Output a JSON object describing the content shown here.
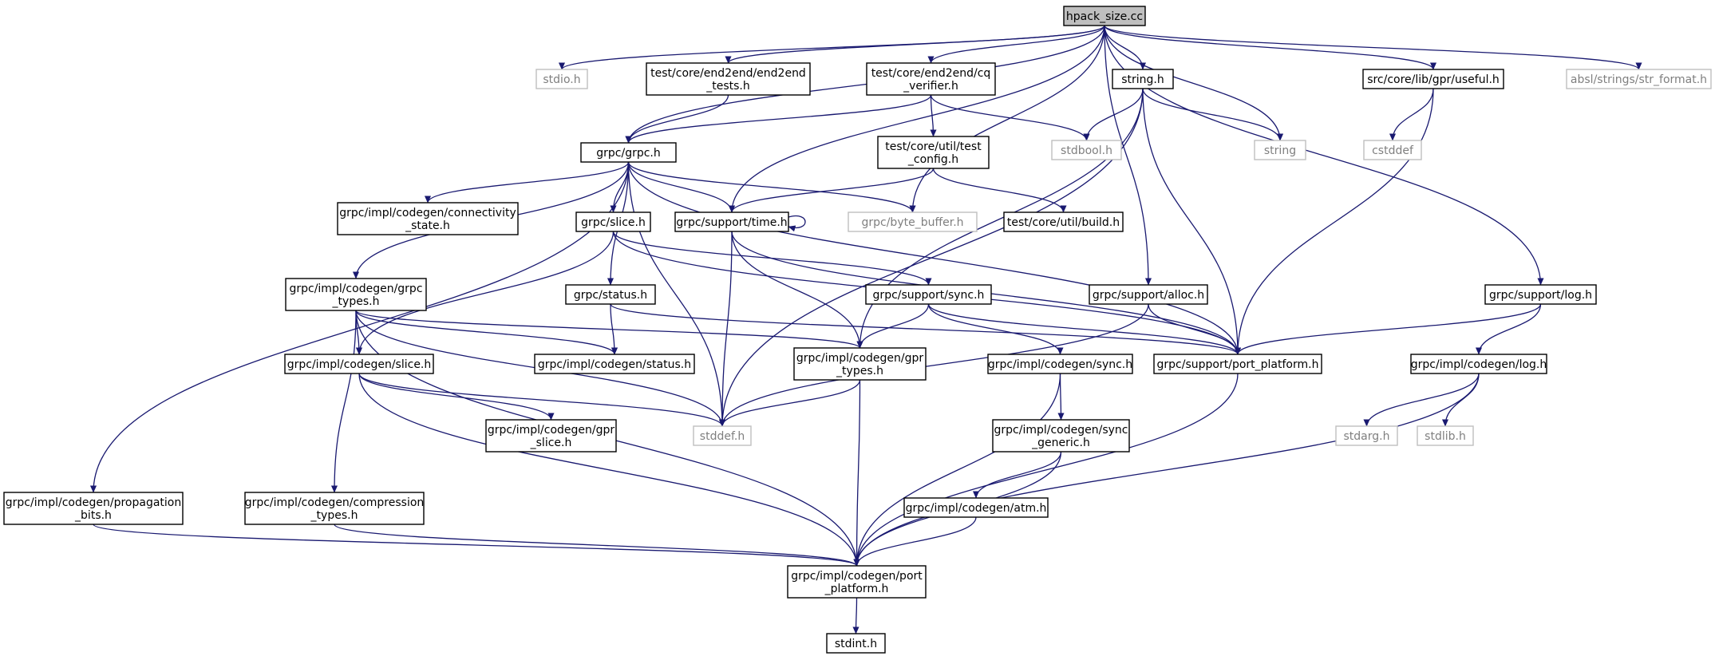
{
  "diagram": {
    "title": "",
    "colors": {
      "edge": "#191970",
      "node_border": "#000000",
      "external_border": "#bfbfbf",
      "root_fill": "#bfbfbf",
      "text": "#000000",
      "external_text": "#7f7f7f"
    },
    "nodes": [
      {
        "id": "hpack",
        "lines": [
          "hpack_size.cc"
        ],
        "kind": "root"
      },
      {
        "id": "stdio",
        "lines": [
          "stdio.h"
        ],
        "kind": "external"
      },
      {
        "id": "e2etests",
        "lines": [
          "test/core/end2end/end2end",
          "_tests.h"
        ],
        "kind": "normal"
      },
      {
        "id": "cqverifier",
        "lines": [
          "test/core/end2end/cq",
          "_verifier.h"
        ],
        "kind": "normal"
      },
      {
        "id": "stringh",
        "lines": [
          "string.h"
        ],
        "kind": "normal"
      },
      {
        "id": "useful",
        "lines": [
          "src/core/lib/gpr/useful.h"
        ],
        "kind": "normal"
      },
      {
        "id": "strformat",
        "lines": [
          "absl/strings/str_format.h"
        ],
        "kind": "external"
      },
      {
        "id": "grpch",
        "lines": [
          "grpc/grpc.h"
        ],
        "kind": "normal"
      },
      {
        "id": "testconfig",
        "lines": [
          "test/core/util/test",
          "_config.h"
        ],
        "kind": "normal"
      },
      {
        "id": "stdbool",
        "lines": [
          "stdbool.h"
        ],
        "kind": "external"
      },
      {
        "id": "string",
        "lines": [
          "string"
        ],
        "kind": "external"
      },
      {
        "id": "cstddef",
        "lines": [
          "cstddef"
        ],
        "kind": "external"
      },
      {
        "id": "connectivity",
        "lines": [
          "grpc/impl/codegen/connectivity",
          "_state.h"
        ],
        "kind": "normal"
      },
      {
        "id": "slice",
        "lines": [
          "grpc/slice.h"
        ],
        "kind": "normal"
      },
      {
        "id": "time",
        "lines": [
          "grpc/support/time.h"
        ],
        "kind": "normal"
      },
      {
        "id": "bytebuffer",
        "lines": [
          "grpc/byte_buffer.h"
        ],
        "kind": "external"
      },
      {
        "id": "build",
        "lines": [
          "test/core/util/build.h"
        ],
        "kind": "normal"
      },
      {
        "id": "grpctypes",
        "lines": [
          "grpc/impl/codegen/grpc",
          "_types.h"
        ],
        "kind": "normal"
      },
      {
        "id": "status",
        "lines": [
          "grpc/status.h"
        ],
        "kind": "normal"
      },
      {
        "id": "sync",
        "lines": [
          "grpc/support/sync.h"
        ],
        "kind": "normal"
      },
      {
        "id": "alloc",
        "lines": [
          "grpc/support/alloc.h"
        ],
        "kind": "normal"
      },
      {
        "id": "log",
        "lines": [
          "grpc/support/log.h"
        ],
        "kind": "normal"
      },
      {
        "id": "cgslice",
        "lines": [
          "grpc/impl/codegen/slice.h"
        ],
        "kind": "normal"
      },
      {
        "id": "cgstatus",
        "lines": [
          "grpc/impl/codegen/status.h"
        ],
        "kind": "normal"
      },
      {
        "id": "gprtypes",
        "lines": [
          "grpc/impl/codegen/gpr",
          "_types.h"
        ],
        "kind": "normal"
      },
      {
        "id": "cgsync",
        "lines": [
          "grpc/impl/codegen/sync.h"
        ],
        "kind": "normal"
      },
      {
        "id": "portplatform",
        "lines": [
          "grpc/support/port_platform.h"
        ],
        "kind": "normal"
      },
      {
        "id": "cglog",
        "lines": [
          "grpc/impl/codegen/log.h"
        ],
        "kind": "normal"
      },
      {
        "id": "gprslice",
        "lines": [
          "grpc/impl/codegen/gpr",
          "_slice.h"
        ],
        "kind": "normal"
      },
      {
        "id": "stddef",
        "lines": [
          "stddef.h"
        ],
        "kind": "external"
      },
      {
        "id": "syncgeneric",
        "lines": [
          "grpc/impl/codegen/sync",
          "_generic.h"
        ],
        "kind": "normal"
      },
      {
        "id": "stdarg",
        "lines": [
          "stdarg.h"
        ],
        "kind": "external"
      },
      {
        "id": "stdlib",
        "lines": [
          "stdlib.h"
        ],
        "kind": "external"
      },
      {
        "id": "propagation",
        "lines": [
          "grpc/impl/codegen/propagation",
          "_bits.h"
        ],
        "kind": "normal"
      },
      {
        "id": "compression",
        "lines": [
          "grpc/impl/codegen/compression",
          "_types.h"
        ],
        "kind": "normal"
      },
      {
        "id": "atm",
        "lines": [
          "grpc/impl/codegen/atm.h"
        ],
        "kind": "normal"
      },
      {
        "id": "cgportplatform",
        "lines": [
          "grpc/impl/codegen/port",
          "_platform.h"
        ],
        "kind": "normal"
      },
      {
        "id": "stdint",
        "lines": [
          "stdint.h"
        ],
        "kind": "normal"
      }
    ],
    "edges": [
      [
        "hpack",
        "stdio"
      ],
      [
        "hpack",
        "e2etests"
      ],
      [
        "hpack",
        "cqverifier"
      ],
      [
        "hpack",
        "stringh"
      ],
      [
        "hpack",
        "useful"
      ],
      [
        "hpack",
        "strformat"
      ],
      [
        "hpack",
        "grpch"
      ],
      [
        "hpack",
        "time"
      ],
      [
        "hpack",
        "bytebuffer"
      ],
      [
        "hpack",
        "string"
      ],
      [
        "hpack",
        "alloc"
      ],
      [
        "hpack",
        "log"
      ],
      [
        "e2etests",
        "grpch"
      ],
      [
        "cqverifier",
        "grpch"
      ],
      [
        "cqverifier",
        "testconfig"
      ],
      [
        "cqverifier",
        "stdbool"
      ],
      [
        "stringh",
        "stdbool"
      ],
      [
        "stringh",
        "string"
      ],
      [
        "stringh",
        "gprtypes"
      ],
      [
        "stringh",
        "portplatform"
      ],
      [
        "stringh",
        "stddef"
      ],
      [
        "useful",
        "cstddef"
      ],
      [
        "useful",
        "portplatform"
      ],
      [
        "testconfig",
        "time"
      ],
      [
        "testconfig",
        "build"
      ],
      [
        "grpch",
        "connectivity"
      ],
      [
        "grpch",
        "slice"
      ],
      [
        "grpch",
        "time"
      ],
      [
        "grpch",
        "bytebuffer"
      ],
      [
        "grpch",
        "grpctypes"
      ],
      [
        "grpch",
        "status"
      ],
      [
        "grpch",
        "propagation"
      ],
      [
        "grpch",
        "portplatform"
      ],
      [
        "grpch",
        "stddef"
      ],
      [
        "time",
        "time"
      ],
      [
        "time",
        "stddef"
      ],
      [
        "time",
        "gprtypes"
      ],
      [
        "time",
        "portplatform"
      ],
      [
        "slice",
        "cgslice"
      ],
      [
        "slice",
        "sync"
      ],
      [
        "slice",
        "portplatform"
      ],
      [
        "grpctypes",
        "cgslice"
      ],
      [
        "grpctypes",
        "cgstatus"
      ],
      [
        "grpctypes",
        "gprtypes"
      ],
      [
        "grpctypes",
        "stddef"
      ],
      [
        "grpctypes",
        "compression"
      ],
      [
        "grpctypes",
        "cgportplatform"
      ],
      [
        "status",
        "cgstatus"
      ],
      [
        "status",
        "portplatform"
      ],
      [
        "sync",
        "gprtypes"
      ],
      [
        "sync",
        "cgsync"
      ],
      [
        "sync",
        "portplatform"
      ],
      [
        "alloc",
        "portplatform"
      ],
      [
        "alloc",
        "stddef"
      ],
      [
        "log",
        "portplatform"
      ],
      [
        "log",
        "cglog"
      ],
      [
        "cgslice",
        "gprslice"
      ],
      [
        "cgslice",
        "stddef"
      ],
      [
        "cgslice",
        "cgportplatform"
      ],
      [
        "gprtypes",
        "stddef"
      ],
      [
        "gprtypes",
        "cgportplatform"
      ],
      [
        "cgsync",
        "syncgeneric"
      ],
      [
        "cgsync",
        "cgportplatform"
      ],
      [
        "portplatform",
        "cgportplatform"
      ],
      [
        "cglog",
        "stdarg"
      ],
      [
        "cglog",
        "stdlib"
      ],
      [
        "cglog",
        "cgportplatform"
      ],
      [
        "syncgeneric",
        "atm"
      ],
      [
        "syncgeneric",
        "cgportplatform"
      ],
      [
        "atm",
        "cgportplatform"
      ],
      [
        "propagation",
        "cgportplatform"
      ],
      [
        "compression",
        "cgportplatform"
      ],
      [
        "cgportplatform",
        "stdint"
      ]
    ]
  }
}
